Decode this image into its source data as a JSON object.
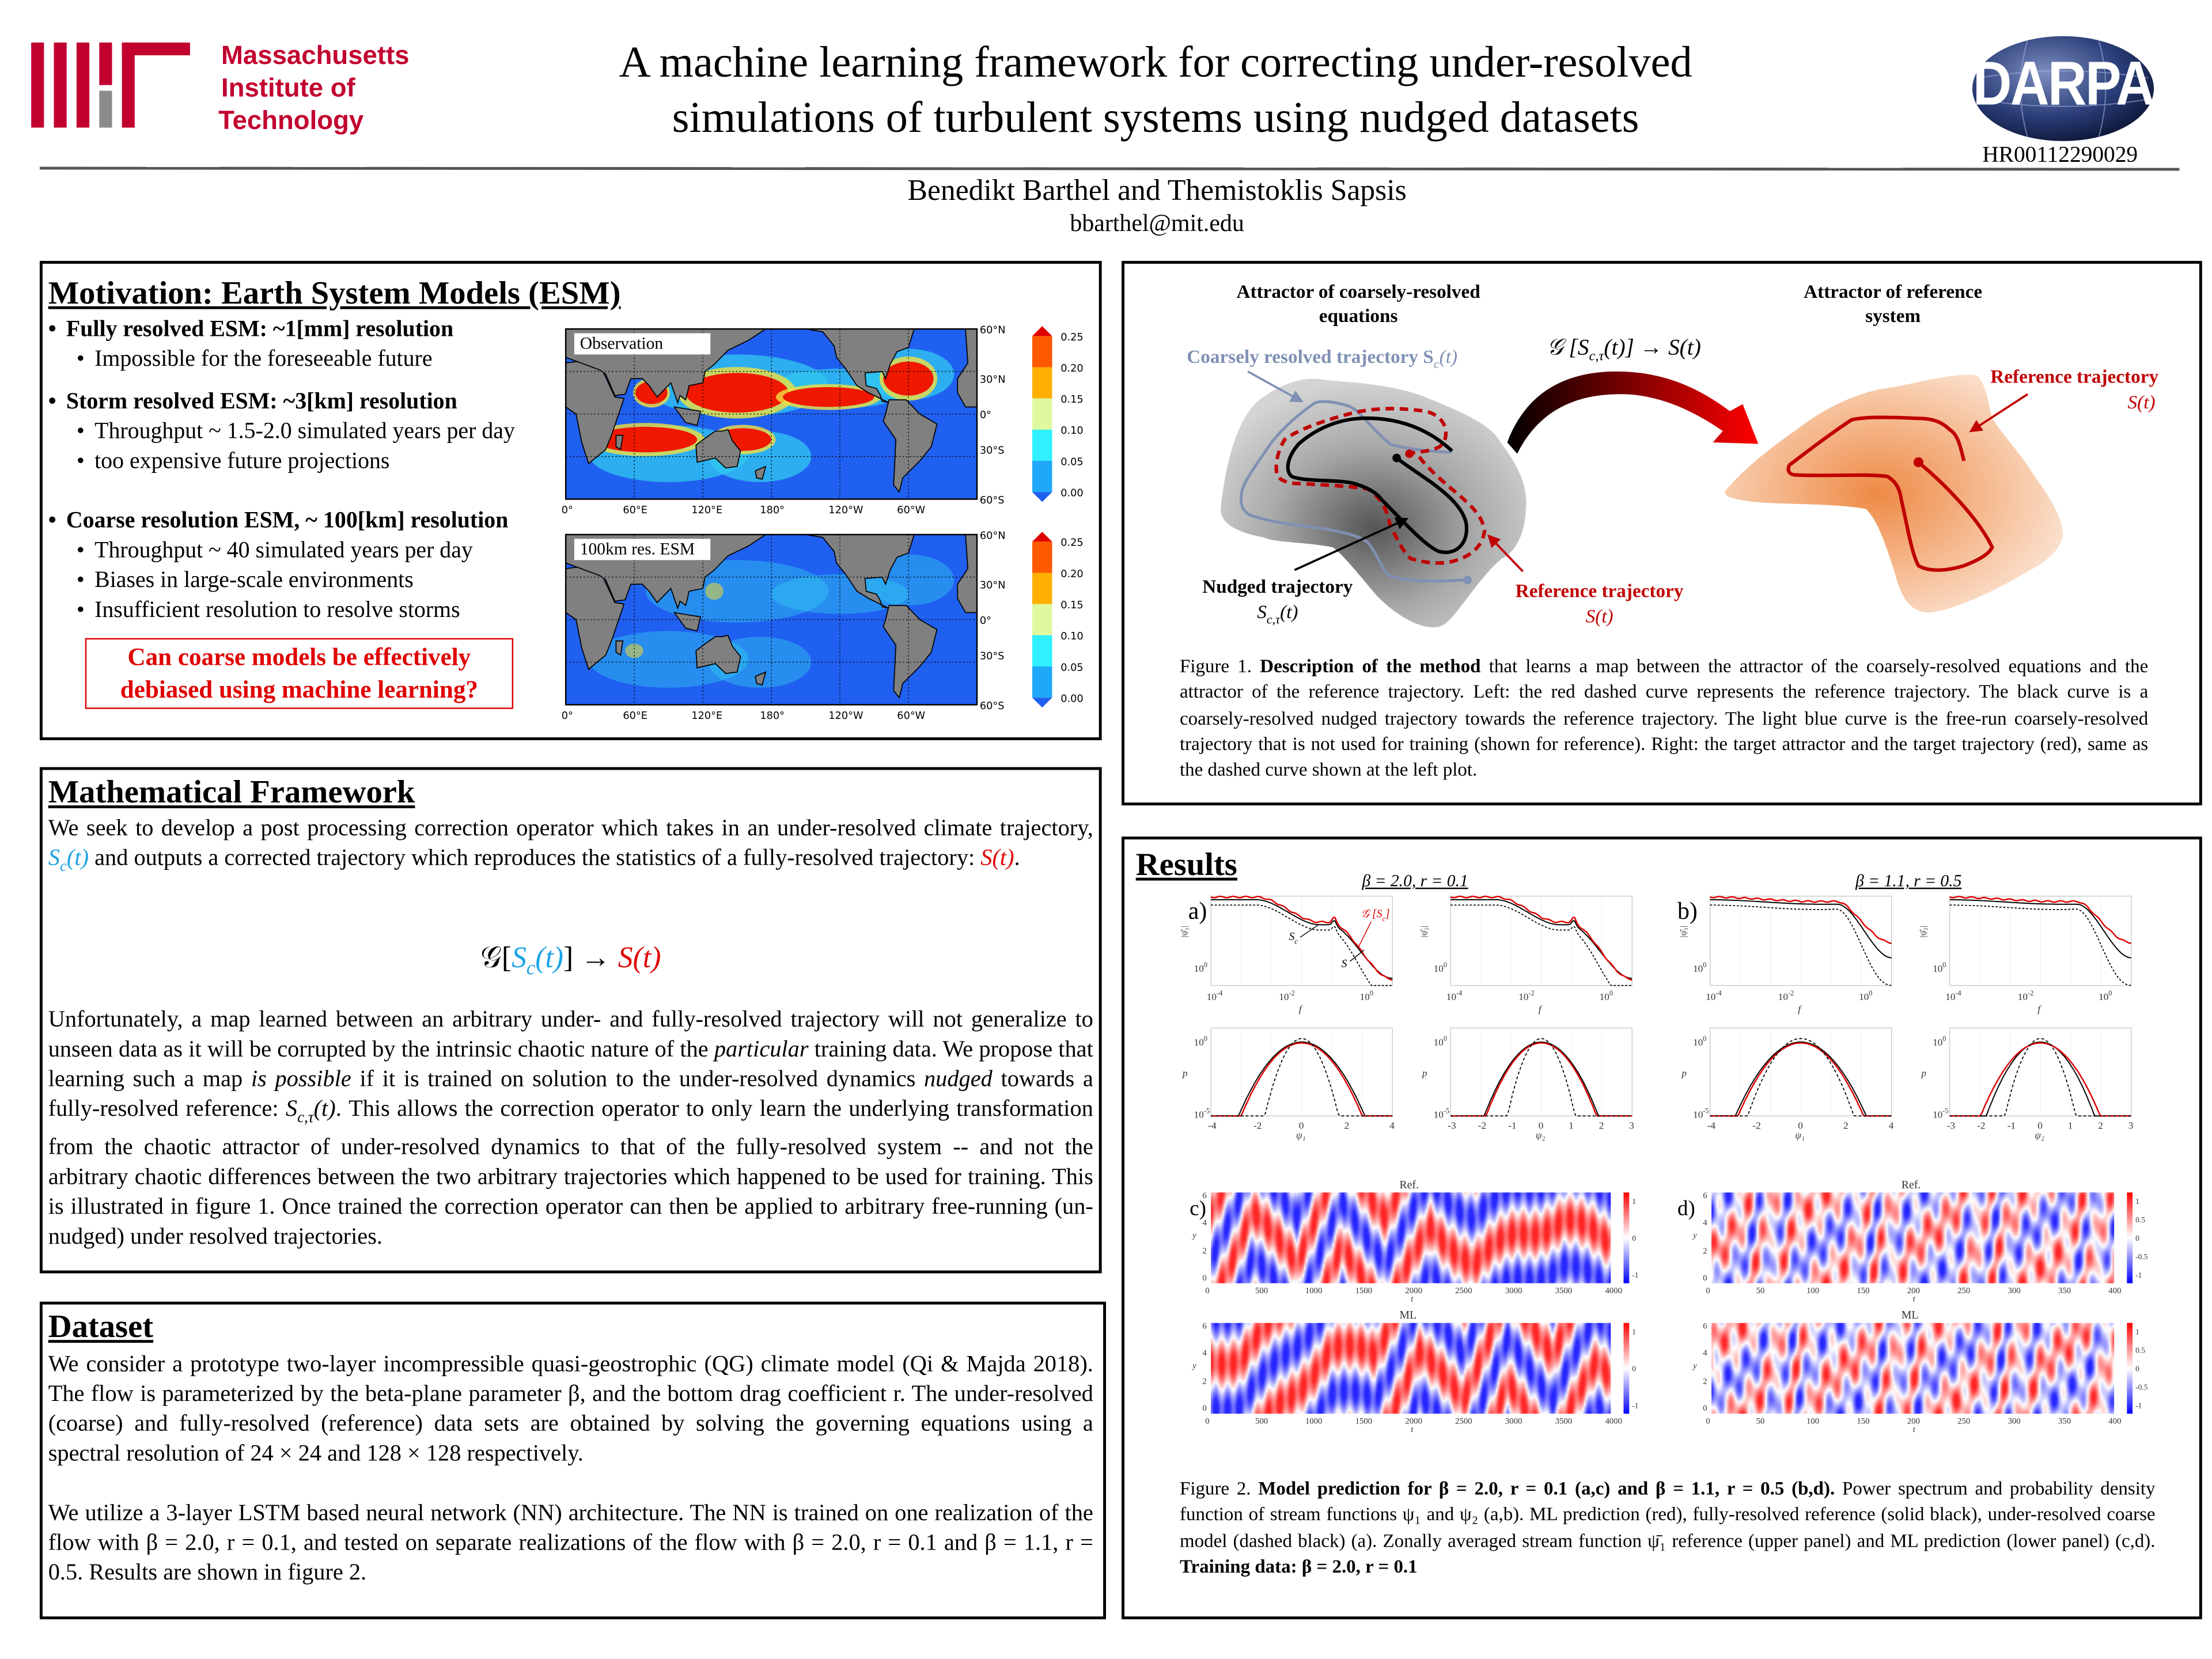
{
  "header": {
    "mit_logo_text": [
      "Massachusetts",
      "Institute of",
      "Technology"
    ],
    "title_line1": "A machine learning framework for correcting under-resolved",
    "title_line2": "simulations of turbulent systems using nudged datasets",
    "darpa_logo_text": "DARPA",
    "grant_number": "HR00112290029",
    "authors": "Benedikt Barthel and Themistoklis Sapsis",
    "email": "bbarthel@mit.edu"
  },
  "motivation": {
    "heading": "Motivation: Earth System Models (ESM)",
    "items": [
      {
        "label": "Fully resolved ESM: ~1[mm] resolution",
        "sub": [
          "Impossible for the foreseeable future"
        ]
      },
      {
        "label": "Storm resolved ESM: ~3[km] resolution",
        "sub": [
          "Throughput ~ 1.5-2.0 simulated years per day",
          "too expensive future projections"
        ]
      },
      {
        "label": "Coarse resolution ESM, ~ 100[km] resolution",
        "sub": [
          "Throughput ~ 40 simulated years per day",
          "Biases in large-scale environments",
          "Insufficient resolution to resolve storms"
        ]
      }
    ],
    "question_line1": "Can coarse models be effectively",
    "question_line2": "debiased using machine learning?",
    "maps": [
      {
        "label": "Observation"
      },
      {
        "label": "100km res. ESM"
      }
    ],
    "lat_ticks": [
      "60°N",
      "30°N",
      "0°",
      "30°S",
      "60°S"
    ],
    "lon_ticks": [
      "0°",
      "60°E",
      "120°E",
      "180°",
      "120°W",
      "60°W"
    ],
    "colorbar_ticks": [
      "0.25",
      "0.20",
      "0.15",
      "0.10",
      "0.05",
      "0.00"
    ]
  },
  "math": {
    "heading": "Mathematical Framework",
    "p1_a": "We seek to develop a post processing correction operator which takes in an under-resolved climate trajectory, ",
    "p1_sc": "S",
    "p1_sc_sub": "c",
    "p1_sc_arg": "(t)",
    "p1_b": " and outputs a corrected trajectory which reproduces the statistics of a fully-resolved trajectory: ",
    "p1_s": "S(t)",
    "p1_c": ".",
    "eq_op": "𝒢[",
    "eq_sc": "S",
    "eq_sc_sub": "c",
    "eq_sc_arg": "(t)",
    "eq_close": "] → ",
    "eq_s": "S(t)",
    "p2_a": "Unfortunately, a map learned between an arbitrary under- and fully-resolved trajectory will not generalize to unseen data as it will be corrupted by the intrinsic chaotic nature of the ",
    "p2_it1": "particular",
    "p2_b": " training data. We propose that learning such a map ",
    "p2_it2": "is possible",
    "p2_c": " if it is trained on solution to the under-resolved dynamics ",
    "p2_it3": "nudged",
    "p2_d": " towards a fully-resolved reference: ",
    "p2_nudged": "S",
    "p2_nudged_sub": "c,τ",
    "p2_nudged_arg": "(t)",
    "p2_e": ". This allows the correction operator to only learn the underlying transformation from the chaotic attractor of under-resolved dynamics to that of the fully-resolved system -- and not the arbitrary chaotic differences between the two arbitrary trajectories which happened to be used for training. This is illustrated in figure 1. Once trained the correction operator can then be applied to arbitrary free-running (un-nudged) under resolved trajectories."
  },
  "dataset": {
    "heading": "Dataset",
    "p1": "We consider a prototype two-layer incompressible quasi-geostrophic (QG) climate model (Qi & Majda 2018). The flow is parameterized by the beta-plane parameter β, and the bottom drag coefficient r. The under-resolved (coarse) and fully-resolved (reference) data sets are obtained by solving the governing equations using a spectral resolution of 24 × 24 and 128 × 128 respectively.",
    "p2": "We utilize a 3-layer LSTM based neural network (NN) architecture. The NN is trained on one realization of the flow with β = 2.0, r = 0.1, and tested on separate realizations of the flow with β = 2.0, r = 0.1 and β = 1.1, r = 0.5. Results are shown in figure 2."
  },
  "figure1": {
    "left_title": "Attractor of coarsely-resolved equations",
    "right_title": "Attractor of reference system",
    "coarse_label": "Coarsely resolved trajectory S",
    "coarse_sub": "c",
    "coarse_arg": "(t)",
    "map_label": "𝒢 [S",
    "map_sub": "c,τ",
    "map_arg": "(t)] → S(t)",
    "nudged_label": "Nudged trajectory",
    "nudged_sym": "S",
    "nudged_sub": "c,τ",
    "nudged_arg": "(t)",
    "ref_label_left": "Reference trajectory",
    "ref_sym_left": "S(t)",
    "ref_label_right": "Reference trajectory",
    "ref_sym_right": "S(t)",
    "caption_prefix": "Figure 1. ",
    "caption_bold": "Description of the method",
    "caption_rest": " that learns a map between the attractor of the coarsely-resolved equations and the attractor of the reference trajectory. Left: the red dashed curve represents the reference trajectory. The black curve is a coarsely-resolved nudged trajectory towards the reference trajectory. The light blue curve is the free-run coarsely-resolved trajectory that is not used for training (shown for reference). Right: the target attractor and the target trajectory (red), same as the dashed curve shown at the left plot."
  },
  "results": {
    "heading": "Results",
    "case_a": "β = 2.0, r = 0.1",
    "case_b": "β = 1.1, r = 0.5",
    "panel_labels": [
      "a)",
      "b)",
      "c)",
      "d)"
    ],
    "annotations": {
      "sc": "S",
      "sc_sub": "c",
      "s": "S",
      "g": "𝒢 [S",
      "g_sub": "c",
      "g_close": "]"
    },
    "spectrum_ylabels": [
      "|ψ̂₁|",
      "|ψ̂₂|",
      "|ψ̂₁|",
      "|ψ̂₂|"
    ],
    "spectrum_xlabel": "f",
    "spectrum_xticks": [
      {
        "b": "10",
        "e": "-4"
      },
      {
        "b": "10",
        "e": "-2"
      },
      {
        "b": "10",
        "e": "0"
      }
    ],
    "spectrum_ytick": {
      "b": "10",
      "e": "0"
    },
    "pdf_ylabel": "p",
    "pdf_yticks": [
      {
        "b": "10",
        "e": "0"
      },
      {
        "b": "10",
        "e": "-5"
      }
    ],
    "pdf_xlabels": [
      "ψ₁",
      "ψ₂",
      "ψ₁",
      "ψ₂"
    ],
    "pdf_xticks_wide": [
      "-4",
      "-2",
      "0",
      "2",
      "4"
    ],
    "pdf_xticks_narrow": [
      "-3",
      "-2",
      "-1",
      "0",
      "1",
      "2",
      "3"
    ],
    "heat_titles": [
      "Ref.",
      "ML"
    ],
    "heat_xlabel": "t",
    "heat_ylabel": "y",
    "heat_xticks_c": [
      "0",
      "500",
      "1000",
      "1500",
      "2000",
      "2500",
      "3000",
      "3500",
      "4000"
    ],
    "heat_xticks_d": [
      "0",
      "50",
      "100",
      "150",
      "200",
      "250",
      "300",
      "350",
      "400"
    ],
    "heat_yticks": [
      "0",
      "2",
      "4",
      "6"
    ],
    "heat_cbar_c": [
      "1",
      "0",
      "-1"
    ],
    "heat_cbar_d": [
      "1",
      "0.5",
      "0",
      "-0.5",
      "-1"
    ],
    "caption_prefix": "Figure 2. ",
    "caption_bold1": "Model prediction for β = 2.0, r = 0.1 (a,c) and β = 1.1, r = 0.5 (b,d).",
    "caption_mid": " Power spectrum and probability density function of stream functions ψ₁ and ψ₂ (a,b). ML prediction (red), fully-resolved reference (solid black), under-resolved coarse model (dashed black) (a).  Zonally averaged stream function ψ̄₁ reference (upper panel) and ML prediction (lower panel) (c,d). ",
    "caption_bold2": "Training data: β = 2.0, r = 0.1"
  },
  "colors": {
    "mit_red": "#c2002f",
    "mit_gray": "#8a8b8c",
    "ml_red": "#e00000",
    "coarse_blue": "#8090b4",
    "accent_blue": "#1aa3e6"
  }
}
